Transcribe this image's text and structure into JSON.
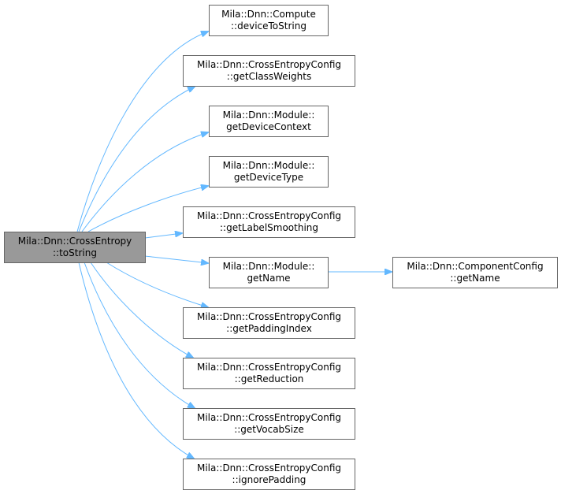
{
  "colors": {
    "edge": "#63B8FF",
    "node_border": "#666666",
    "node_fill": "#ffffff",
    "root_fill": "#999999",
    "root_border": "#666666"
  },
  "nodes": [
    {
      "id": "root",
      "lines": [
        "Mila::Dnn::CrossEntropy",
        "::toString"
      ],
      "highlight": true
    },
    {
      "id": "n1",
      "lines": [
        "Mila::Dnn::Compute",
        "::deviceToString"
      ]
    },
    {
      "id": "n2",
      "lines": [
        "Mila::Dnn::CrossEntropyConfig",
        "::getClassWeights"
      ]
    },
    {
      "id": "n3",
      "lines": [
        "Mila::Dnn::Module::",
        "getDeviceContext"
      ]
    },
    {
      "id": "n4",
      "lines": [
        "Mila::Dnn::Module::",
        "getDeviceType"
      ]
    },
    {
      "id": "n5",
      "lines": [
        "Mila::Dnn::CrossEntropyConfig",
        "::getLabelSmoothing"
      ]
    },
    {
      "id": "n6",
      "lines": [
        "Mila::Dnn::Module::",
        "getName"
      ]
    },
    {
      "id": "n7",
      "lines": [
        "Mila::Dnn::CrossEntropyConfig",
        "::getPaddingIndex"
      ]
    },
    {
      "id": "n8",
      "lines": [
        "Mila::Dnn::CrossEntropyConfig",
        "::getReduction"
      ]
    },
    {
      "id": "n9",
      "lines": [
        "Mila::Dnn::CrossEntropyConfig",
        "::getVocabSize"
      ]
    },
    {
      "id": "n10",
      "lines": [
        "Mila::Dnn::CrossEntropyConfig",
        "::ignorePadding"
      ]
    },
    {
      "id": "n11",
      "lines": [
        "Mila::Dnn::ComponentConfig",
        "::getName"
      ]
    }
  ],
  "edges": [
    {
      "from": "root",
      "to": "n1"
    },
    {
      "from": "root",
      "to": "n2"
    },
    {
      "from": "root",
      "to": "n3"
    },
    {
      "from": "root",
      "to": "n4"
    },
    {
      "from": "root",
      "to": "n5"
    },
    {
      "from": "root",
      "to": "n6"
    },
    {
      "from": "root",
      "to": "n7"
    },
    {
      "from": "root",
      "to": "n8"
    },
    {
      "from": "root",
      "to": "n9"
    },
    {
      "from": "root",
      "to": "n10"
    },
    {
      "from": "n6",
      "to": "n11"
    }
  ]
}
